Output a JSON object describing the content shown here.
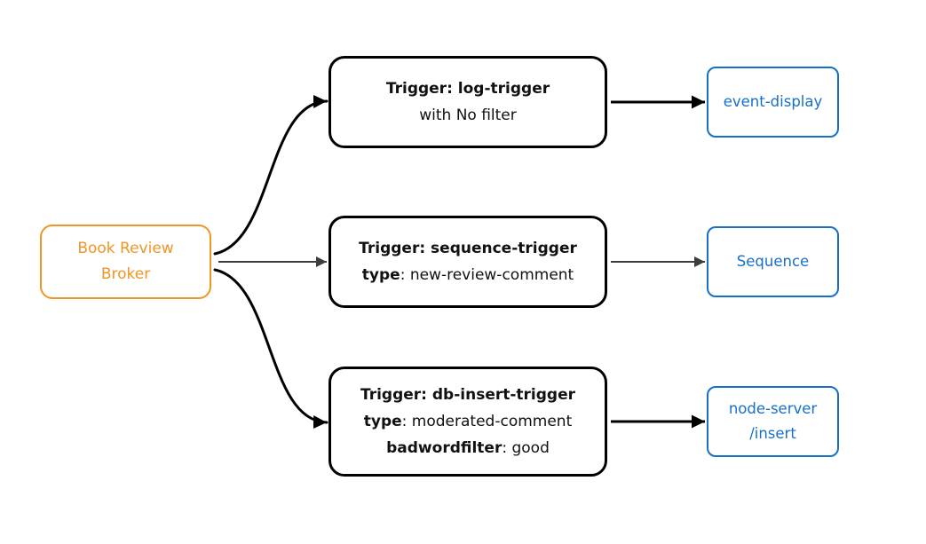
{
  "colors": {
    "broker_accent": "#EE9626",
    "sink_accent": "#1770C8",
    "trigger_border": "#000000",
    "arrow_primary": "#000000",
    "arrow_secondary": "#3d3d3d"
  },
  "broker": {
    "label": "Book Review\nBroker"
  },
  "triggers": [
    {
      "title": "Trigger: log-trigger",
      "line2_bold": "",
      "line2_rest": "with No filter"
    },
    {
      "title": "Trigger: sequence-trigger",
      "line2_bold": "type",
      "line2_rest": ": new-review-comment"
    },
    {
      "title": "Trigger: db-insert-trigger",
      "line2_bold": "type",
      "line2_rest": ": moderated-comment",
      "line3_bold": "badwordfilter",
      "line3_rest": ": good"
    }
  ],
  "sinks": [
    {
      "label": "event-display"
    },
    {
      "label": "Sequence"
    },
    {
      "label": "node-server\n/insert"
    }
  ]
}
